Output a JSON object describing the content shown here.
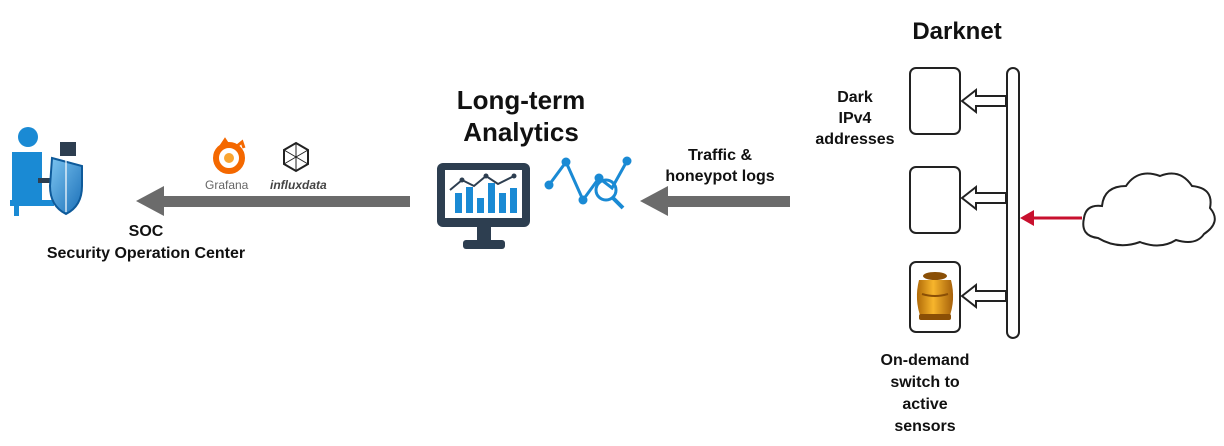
{
  "soc": {
    "line1": "SOC",
    "line2": "Security Operation Center"
  },
  "logos": {
    "grafana": "Grafana",
    "influx": "influxdata"
  },
  "analytics": {
    "title_line1": "Long-term",
    "title_line2": "Analytics"
  },
  "traffic": {
    "line1": "Traffic &",
    "line2": "honeypot logs"
  },
  "darknet": {
    "title": "Darknet",
    "dark_line1": "Dark",
    "dark_line2": "IPv4",
    "dark_line3": "addresses",
    "ondemand_line1": "On-demand",
    "ondemand_line2": "switch to",
    "ondemand_line3": "active",
    "ondemand_line4": "sensors"
  },
  "colors": {
    "arrow_gray": "#6b6b6b",
    "accent_blue": "#1a8ad4",
    "monitor_dark": "#2d3e50",
    "red_arrow": "#c8102e",
    "grafana_orange": "#f46800"
  }
}
